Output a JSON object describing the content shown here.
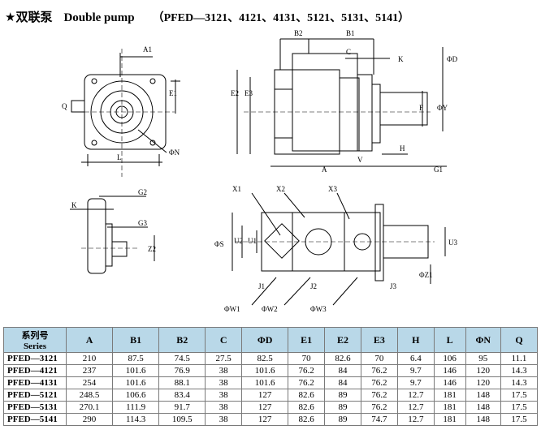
{
  "title": {
    "cn": "★双联泵",
    "en": "Double pump",
    "models": "（PFED—3121、4121、4131、5121、5131、5141）"
  },
  "drawing_labels": {
    "front": [
      "A1",
      "E1",
      "Q",
      "L",
      "ΦN"
    ],
    "side": [
      "B2",
      "B1",
      "C",
      "K",
      "ΦD",
      "E2",
      "E3",
      "F",
      "ΦY",
      "H",
      "V",
      "A",
      "G1"
    ],
    "left": [
      "K",
      "G2",
      "G3",
      "Z2"
    ],
    "top": [
      "X1",
      "X2",
      "X3",
      "ΦS",
      "U2",
      "U1",
      "U3",
      "ΦZ1",
      "J1",
      "J2",
      "J3",
      "ΦW1",
      "ΦW2",
      "ΦW3"
    ]
  },
  "table": {
    "header_series_cn": "系列号",
    "header_series_en": "Series",
    "columns": [
      "A",
      "B1",
      "B2",
      "C",
      "ΦD",
      "E1",
      "E2",
      "E3",
      "H",
      "L",
      "ΦN",
      "Q"
    ],
    "rows": [
      {
        "model": "PFED—3121",
        "values": [
          "210",
          "87.5",
          "74.5",
          "27.5",
          "82.5",
          "70",
          "82.6",
          "70",
          "6.4",
          "106",
          "95",
          "11.1"
        ]
      },
      {
        "model": "PFED—4121",
        "values": [
          "237",
          "101.6",
          "76.9",
          "38",
          "101.6",
          "76.2",
          "84",
          "76.2",
          "9.7",
          "146",
          "120",
          "14.3"
        ]
      },
      {
        "model": "PFED—4131",
        "values": [
          "254",
          "101.6",
          "88.1",
          "38",
          "101.6",
          "76.2",
          "84",
          "76.2",
          "9.7",
          "146",
          "120",
          "14.3"
        ]
      },
      {
        "model": "PFED—5121",
        "values": [
          "248.5",
          "106.6",
          "83.4",
          "38",
          "127",
          "82.6",
          "89",
          "76.2",
          "12.7",
          "181",
          "148",
          "17.5"
        ]
      },
      {
        "model": "PFED—5131",
        "values": [
          "270.1",
          "111.9",
          "91.7",
          "38",
          "127",
          "82.6",
          "89",
          "76.2",
          "12.7",
          "181",
          "148",
          "17.5"
        ]
      },
      {
        "model": "PFED—5141",
        "values": [
          "290",
          "114.3",
          "109.5",
          "38",
          "127",
          "82.6",
          "89",
          "74.7",
          "12.7",
          "181",
          "148",
          "17.5"
        ]
      }
    ]
  }
}
